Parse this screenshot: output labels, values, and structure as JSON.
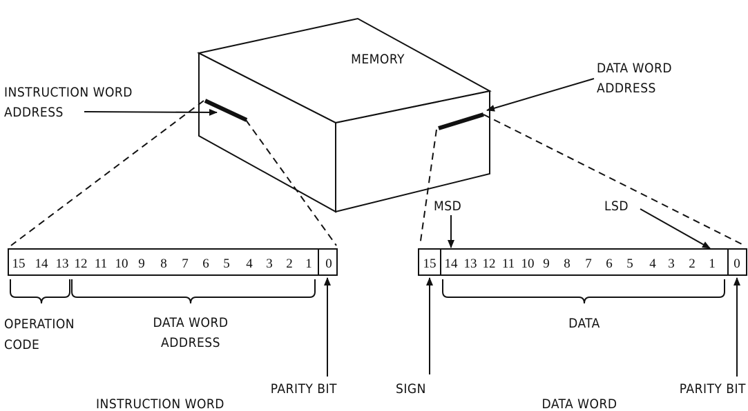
{
  "memory": {
    "label": "MEMORY",
    "instruction_address_label": [
      "INSTRUCTION WORD",
      "ADDRESS"
    ],
    "data_address_label": [
      "DATA WORD",
      "ADDRESS"
    ]
  },
  "instruction_word": {
    "title": "INSTRUCTION WORD",
    "bits": [
      "15",
      "14",
      "13",
      "12",
      "11",
      "10",
      "9",
      "8",
      "7",
      "6",
      "5",
      "4",
      "3",
      "2",
      "1",
      "0"
    ],
    "operation_code_label": [
      "OPERATION",
      "CODE"
    ],
    "address_label": [
      "DATA WORD",
      "ADDRESS"
    ],
    "parity_label": "PARITY BIT"
  },
  "data_word": {
    "title": "DATA WORD",
    "bits": [
      "15",
      "14",
      "13",
      "12",
      "11",
      "10",
      "9",
      "8",
      "7",
      "6",
      "5",
      "4",
      "3",
      "2",
      "1",
      "0"
    ],
    "msd_label": "MSD",
    "lsd_label": "LSD",
    "data_label": "DATA",
    "sign_label": "SIGN",
    "parity_label": "PARITY BIT"
  }
}
